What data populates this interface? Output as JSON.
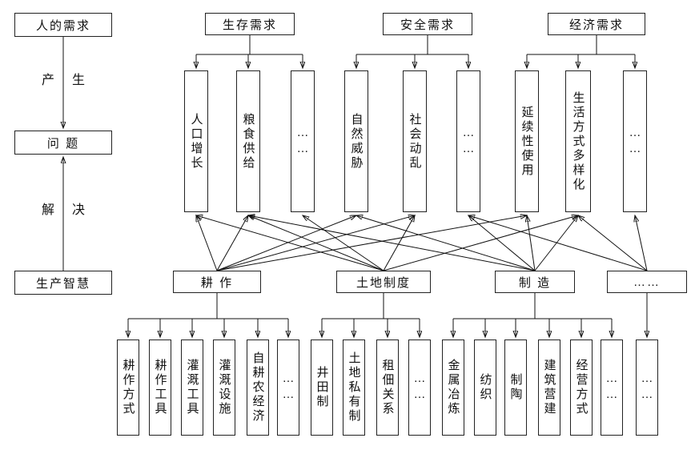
{
  "diagram": {
    "left_flow": {
      "need": "人的需求",
      "produce_left": "产",
      "produce_right": "生",
      "problem": "问  题",
      "solve_left": "解",
      "solve_right": "决",
      "wisdom": "生产智慧"
    },
    "needs": [
      {
        "label": "生存需求",
        "children": [
          "人口增长",
          "粮食供给",
          "……"
        ]
      },
      {
        "label": "安全需求",
        "children": [
          "自然威胁",
          "社会动乱",
          "……"
        ]
      },
      {
        "label": "经济需求",
        "children": [
          "延续性使用",
          "生活方式多样化",
          "……"
        ]
      }
    ],
    "wisdom_categories": [
      {
        "label": "耕  作",
        "children": [
          "耕作方式",
          "耕作工具",
          "灌溉工具",
          "灌溉设施",
          "自耕农经济",
          "……"
        ]
      },
      {
        "label": "土地制度",
        "children": [
          "井田制",
          "土地私有制",
          "租佃关系",
          "……"
        ]
      },
      {
        "label": "制  造",
        "children": [
          "金属冶炼",
          "纺织",
          "制陶",
          "建筑营建",
          "经营方式",
          "……"
        ]
      },
      {
        "label": "……",
        "children": [
          "……"
        ]
      }
    ]
  }
}
